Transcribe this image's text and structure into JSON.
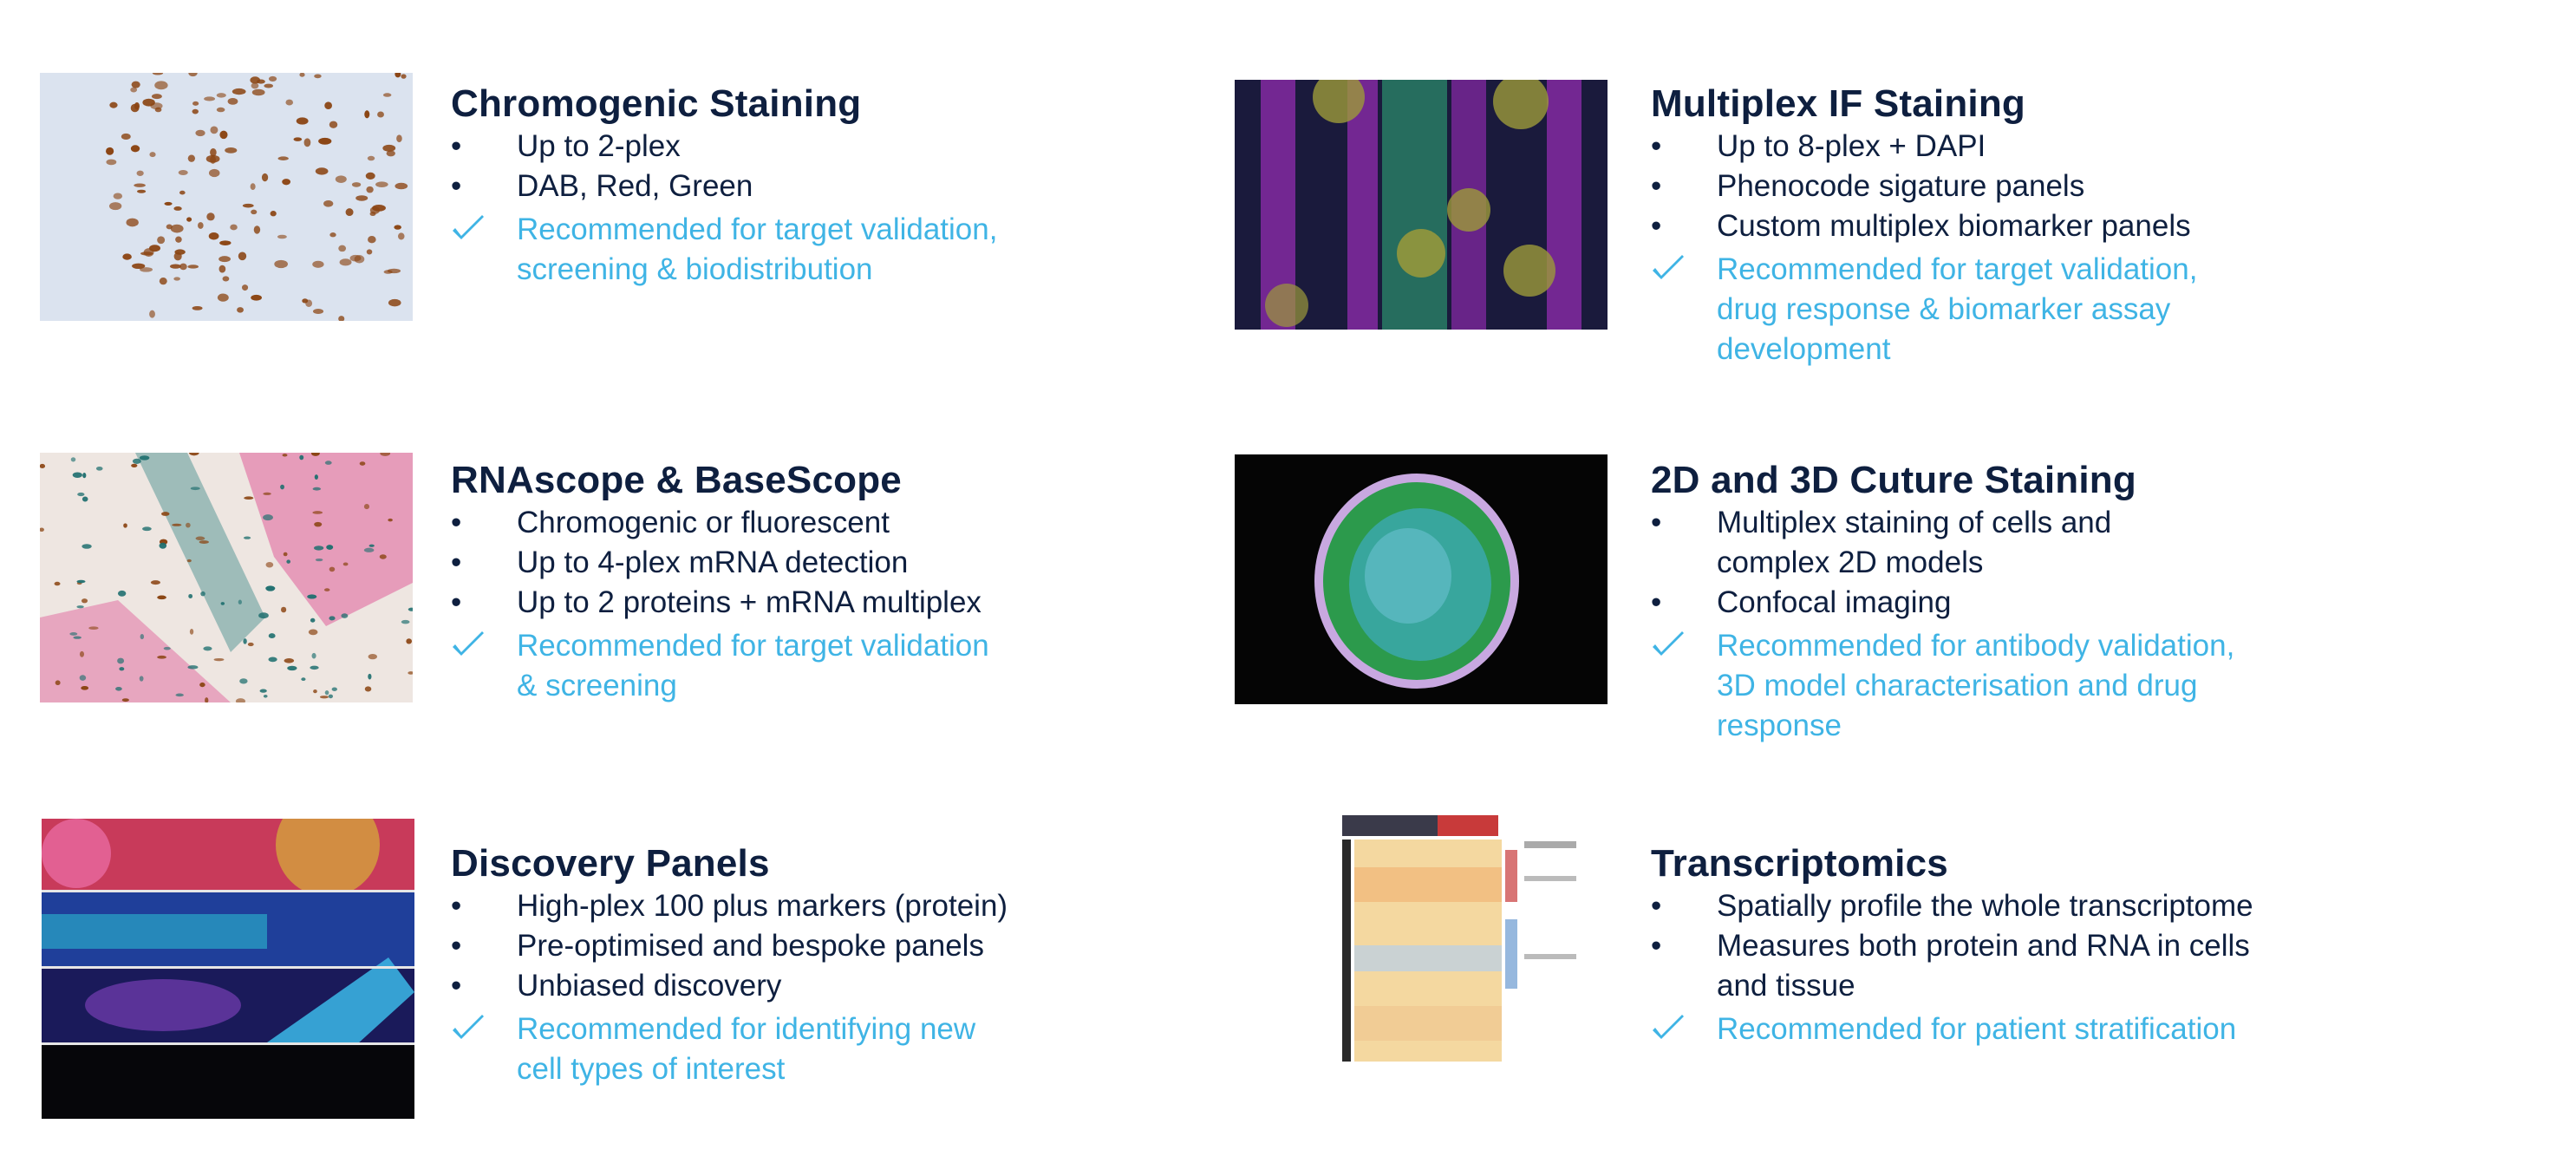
{
  "colors": {
    "title": "#0e1f3f",
    "body": "#0e1f3f",
    "accent": "#3fb4e5"
  },
  "cards": [
    {
      "title": "Chromogenic Staining",
      "items": [
        "Up to 2-plex",
        "DAB, Red, Green"
      ],
      "rec_lines": [
        "Recommended for target validation,",
        "screening & biodistribution"
      ],
      "image": "brown-dab-on-blue-tissue-micrograph"
    },
    {
      "title": "Multiplex IF Staining",
      "items": [
        "Up to 8-plex + DAPI",
        "Phenocode sigature panels",
        "Custom multiplex biomarker panels"
      ],
      "rec_lines": [
        "Recommended for target validation,",
        "drug response & biomarker assay",
        "development"
      ],
      "image": "purple-green-yellow-fluorescent-micrograph"
    },
    {
      "title": "RNAscope & BaseScope",
      "items": [
        "Chromogenic or fluorescent",
        "Up to 4-plex mRNA detection",
        "Up to 2 proteins + mRNA multiplex"
      ],
      "rec_lines": [
        "Recommended for target validation",
        "& screening"
      ],
      "image": "pink-brown-teal-stained-tissue"
    },
    {
      "title": "2D and 3D Cuture Staining",
      "items_lines": [
        [
          "Multiplex staining of cells and",
          "complex 2D models"
        ],
        [
          "Confocal imaging"
        ]
      ],
      "rec_lines": [
        "Recommended for antibody validation,",
        "3D model characterisation and drug",
        "response"
      ],
      "image": "fluorescent-spheroid-on-black"
    },
    {
      "title": "Discovery Panels",
      "items": [
        "High-plex 100 plus markers (protein)",
        "Pre-optimised and bespoke panels",
        "Unbiased discovery"
      ],
      "rec_lines": [
        "Recommended for identifying new",
        "cell types of interest"
      ],
      "image": "high-plex-fluorescent-panel-strips"
    },
    {
      "title": "Transcriptomics",
      "items_lines": [
        [
          "Spatially profile the whole transcriptome"
        ],
        [
          "Measures both protein and RNA in cells",
          "and tissue"
        ]
      ],
      "rec_lines": [
        "Recommended for patient stratification"
      ],
      "image": "gene-expression-heatmap"
    }
  ],
  "bullet_char": "•"
}
